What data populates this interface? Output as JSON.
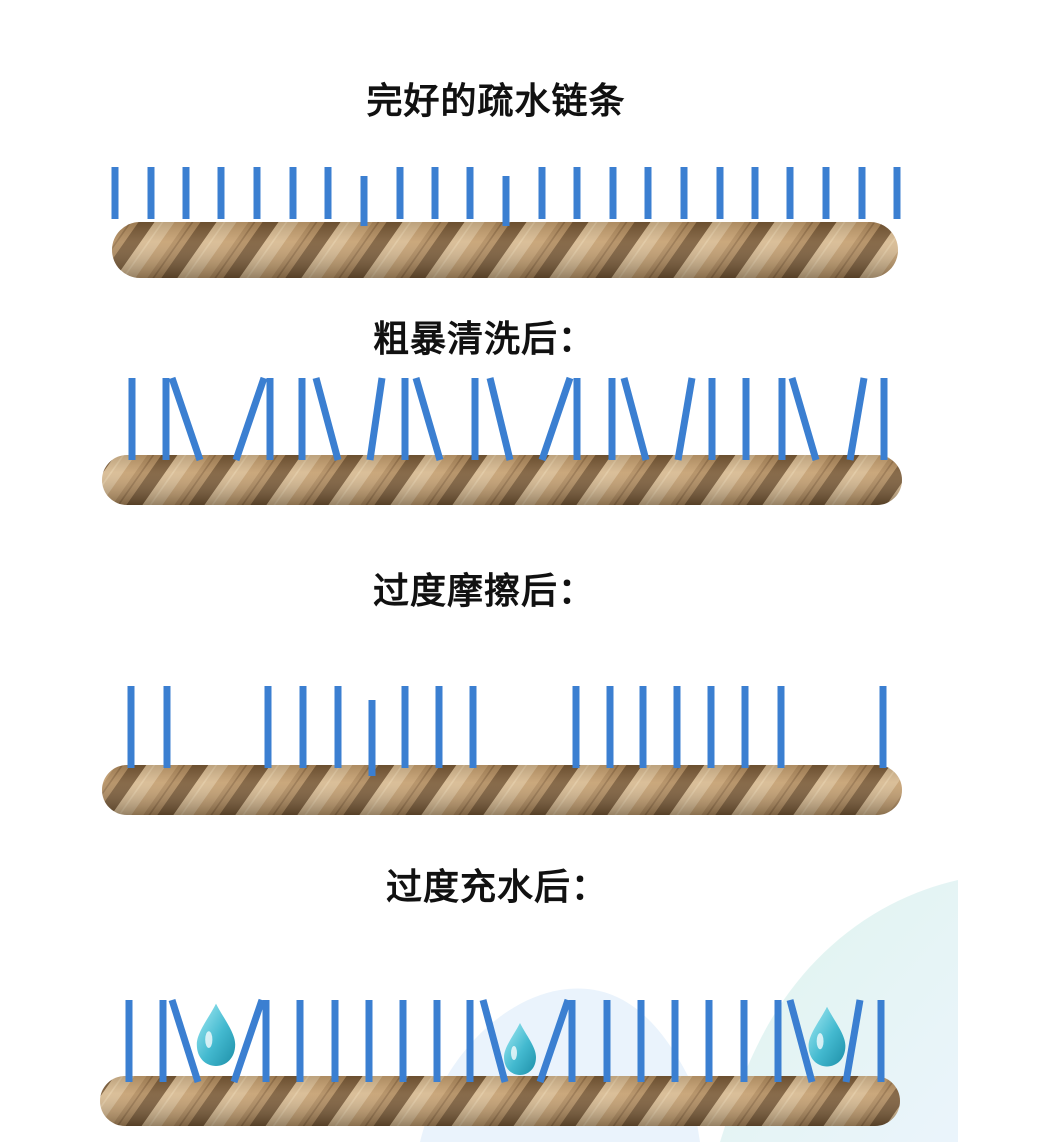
{
  "sections": [
    {
      "title": "完好的疏水链条"
    },
    {
      "title": "粗暴清洗后："
    },
    {
      "title": "过度摩擦后："
    },
    {
      "title": "过度充水后："
    }
  ],
  "icons": {
    "rope": "rope-icon",
    "strand": "strand-icon",
    "droplet": "water-droplet-icon"
  },
  "colors": {
    "strand": "#3b7fd1",
    "rope": "#b08a5c",
    "rope_dark": "#7a5a36",
    "rope_light": "#d6b88e",
    "droplet": "#5fc6d8",
    "decor": "#cfeee4"
  }
}
